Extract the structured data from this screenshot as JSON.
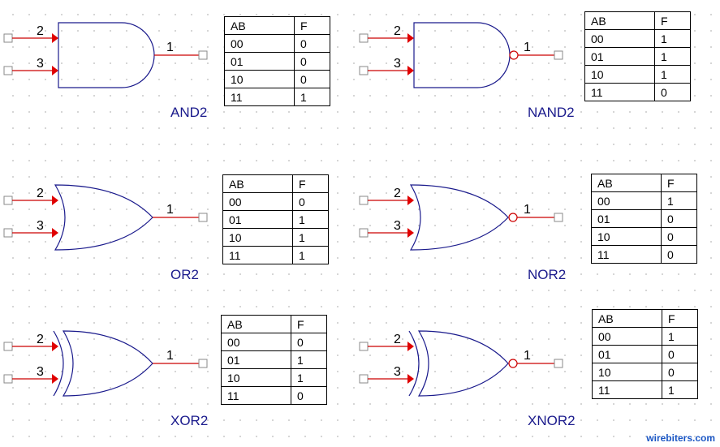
{
  "pins": {
    "in_a": "2",
    "in_b": "3",
    "out": "1"
  },
  "tables": {
    "and2": {
      "header": [
        "AB",
        "F"
      ],
      "rows": [
        [
          "00",
          "0"
        ],
        [
          "01",
          "0"
        ],
        [
          "10",
          "0"
        ],
        [
          "11",
          "1"
        ]
      ]
    },
    "nand2": {
      "header": [
        "AB",
        "F"
      ],
      "rows": [
        [
          "00",
          "1"
        ],
        [
          "01",
          "1"
        ],
        [
          "10",
          "1"
        ],
        [
          "11",
          "0"
        ]
      ]
    },
    "or2": {
      "header": [
        "AB",
        "F"
      ],
      "rows": [
        [
          "00",
          "0"
        ],
        [
          "01",
          "1"
        ],
        [
          "10",
          "1"
        ],
        [
          "11",
          "1"
        ]
      ]
    },
    "nor2": {
      "header": [
        "AB",
        "F"
      ],
      "rows": [
        [
          "00",
          "1"
        ],
        [
          "01",
          "0"
        ],
        [
          "10",
          "0"
        ],
        [
          "11",
          "0"
        ]
      ]
    },
    "xor2": {
      "header": [
        "AB",
        "F"
      ],
      "rows": [
        [
          "00",
          "0"
        ],
        [
          "01",
          "1"
        ],
        [
          "10",
          "1"
        ],
        [
          "11",
          "0"
        ]
      ]
    },
    "xnor2": {
      "header": [
        "AB",
        "F"
      ],
      "rows": [
        [
          "00",
          "1"
        ],
        [
          "01",
          "0"
        ],
        [
          "10",
          "0"
        ],
        [
          "11",
          "1"
        ]
      ]
    }
  },
  "gates": {
    "and2": "AND2",
    "nand2": "NAND2",
    "or2": "OR2",
    "nor2": "NOR2",
    "xor2": "XOR2",
    "xnor2": "XNOR2"
  },
  "watermark": "wirebiters.com",
  "colors": {
    "wire": "#cc0000",
    "gate_body": "#1a1a8c",
    "label": "#1a1a8c",
    "watermark": "#1a56c4"
  }
}
